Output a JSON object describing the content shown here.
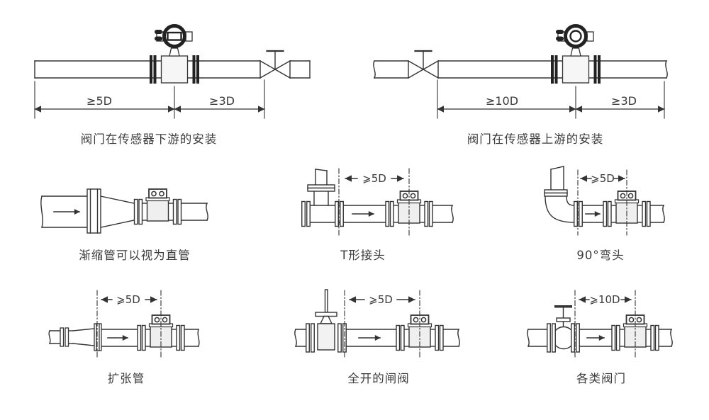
{
  "page": {
    "background": "#ffffff",
    "line_color": "#333333",
    "flange_dark": "#222222",
    "meter_fill": "#efefef",
    "text_color": "#3c3c3c"
  },
  "icons": {
    "flowmeter_transmitter": "flowmeter-with-round-transmitter-head",
    "flowmeter_small": "flowmeter-with-terminal-box",
    "bowtie_valve": "gate-valve-symbol",
    "flow_arrow": "right-arrow",
    "dimension_arrow": "double-headed-arrow"
  },
  "diagrams": {
    "valve_downstream": {
      "caption": "阀门在传感器下游的安装",
      "dim_left": "≥5D",
      "dim_right": "≥3D"
    },
    "valve_upstream": {
      "caption": "阀门在传感器上游的安装",
      "dim_left": "≥10D",
      "dim_right": "≥3D"
    },
    "reducer": {
      "caption": "渐缩管可以视为直管"
    },
    "tee": {
      "caption": "T形接头",
      "dim": "⩾5D"
    },
    "elbow": {
      "caption": "90°弯头",
      "dim": "⩾5D"
    },
    "expander": {
      "caption": "扩张管",
      "dim": "⩾5D"
    },
    "gate_valve": {
      "caption": "全开的闸阀",
      "dim": "⩾5D"
    },
    "all_valves": {
      "caption": "各类阀门",
      "dim": "⩾10D"
    }
  }
}
